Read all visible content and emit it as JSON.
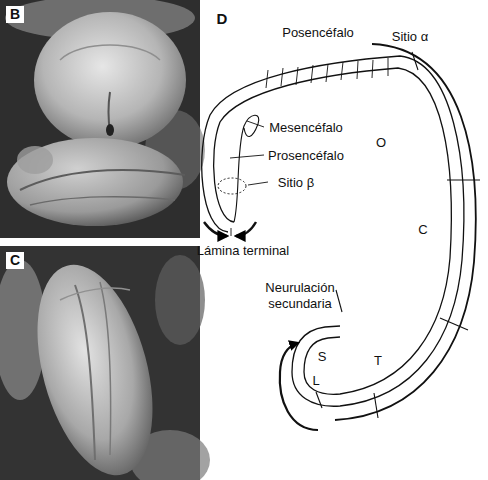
{
  "diagram": {
    "labels": [
      "B",
      "C",
      "D",
      "Posencéfalo",
      "Sitio α",
      "Mesencéfalo",
      "Prosencéfalo",
      "Sitio β",
      "Lámina terminal",
      "O",
      "C",
      "Neurulación secundaria",
      "S",
      "T",
      "L"
    ]
  }
}
